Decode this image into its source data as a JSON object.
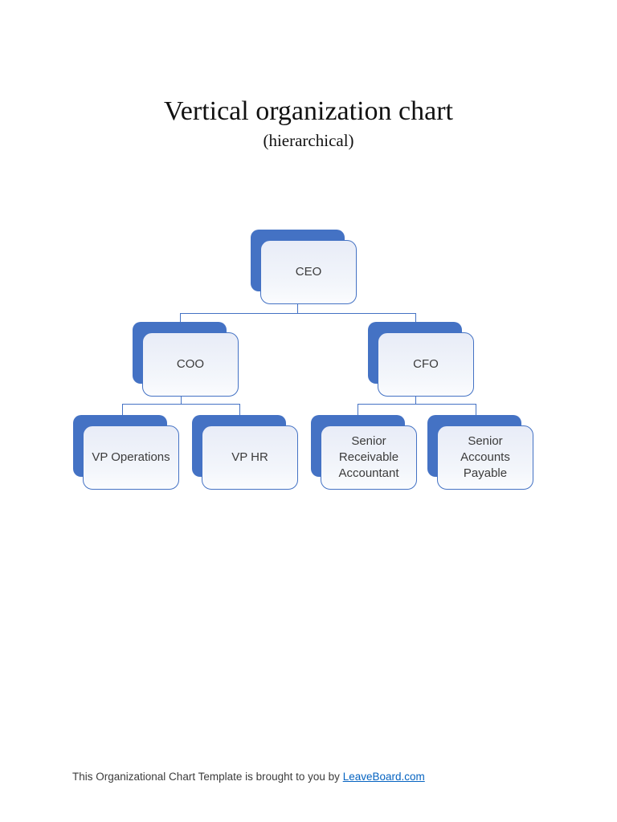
{
  "page": {
    "title": "Vertical organization chart",
    "subtitle": "(hierarchical)"
  },
  "colors": {
    "node_back_fill": "#4472C4",
    "node_front_fill": "#E8ECF7",
    "node_front_border": "#4472C4",
    "connector": "#4472C4",
    "node_text": "#3B3B3B",
    "link": "#0563C1"
  },
  "org_chart": {
    "type": "hierarchy",
    "nodes": {
      "ceo": {
        "label": "CEO",
        "reports_to": null
      },
      "coo": {
        "label": "COO",
        "reports_to": "CEO"
      },
      "cfo": {
        "label": "CFO",
        "reports_to": "CEO"
      },
      "vp_operations": {
        "label": "VP Operations",
        "reports_to": "COO"
      },
      "vp_hr": {
        "label": "VP HR",
        "reports_to": "COO"
      },
      "senior_receivable_accountant": {
        "label": "Senior Receivable Accountant",
        "reports_to": "CFO"
      },
      "senior_accounts_payable": {
        "label": "Senior Accounts Payable",
        "reports_to": "CFO"
      }
    }
  },
  "footer": {
    "text": "This Organizational Chart Template is brought to you by ",
    "link_label": "LeaveBoard.com"
  }
}
